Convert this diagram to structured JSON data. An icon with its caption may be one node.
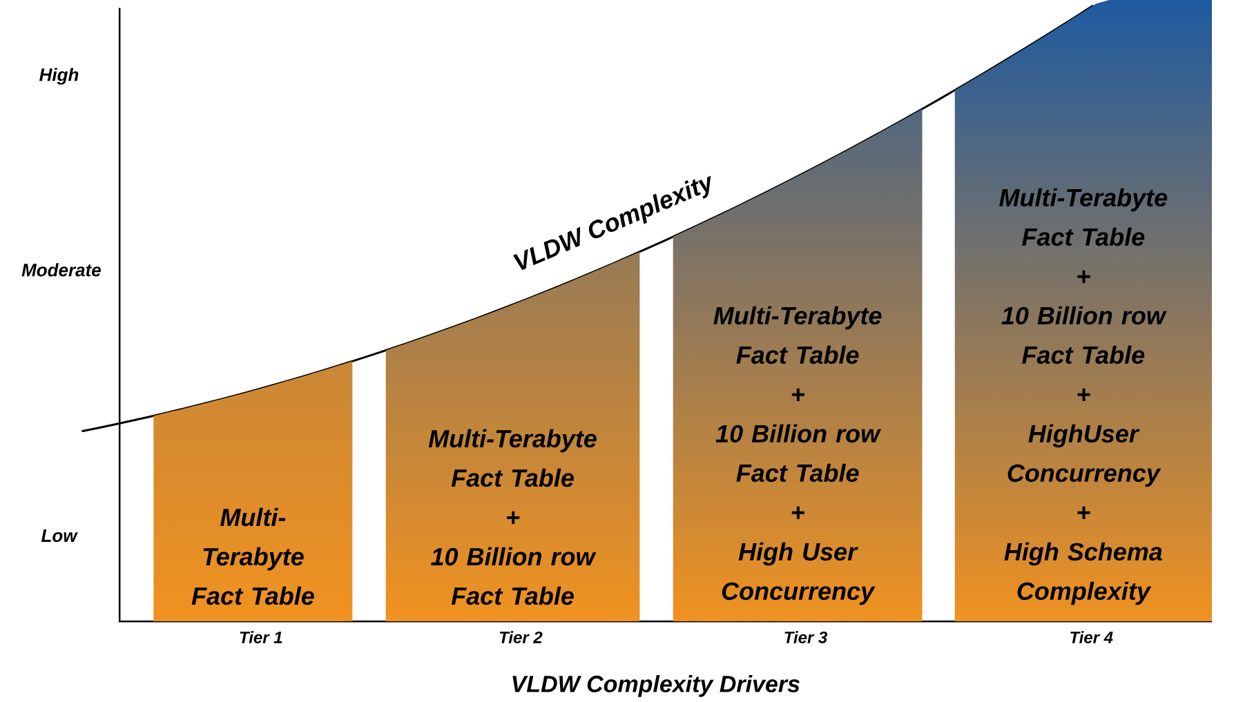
{
  "diagram": {
    "nodes": [
      {
        "text": [
          "Multi-Terabyte Fact Table"
        ],
        "beside": [
          "Tier 1"
        ]
      },
      {
        "text": [
          "Multi-Terabyte Fact Table",
          "+",
          "10 Billion row Fact Table"
        ],
        "beside": [
          "Tier 2"
        ]
      },
      {
        "text": [
          "Multi-Terabyte Fact Table",
          "+",
          "10 Billion row Fact Table",
          "+",
          "High User Concurrency"
        ],
        "beside": [
          "Tier 3"
        ]
      },
      {
        "text": [
          "Multi-Terabyte Fact Table",
          "+",
          "10 Billion row Fact Table",
          "+",
          "HighUser Concurrency",
          "+",
          "High Schema Complexity"
        ],
        "beside": [
          "Tier 4"
        ]
      }
    ],
    "labels": [
      "High",
      "VLDW Complexity",
      "Moderate",
      "Low",
      "VLDW Complexity Drivers"
    ]
  }
}
